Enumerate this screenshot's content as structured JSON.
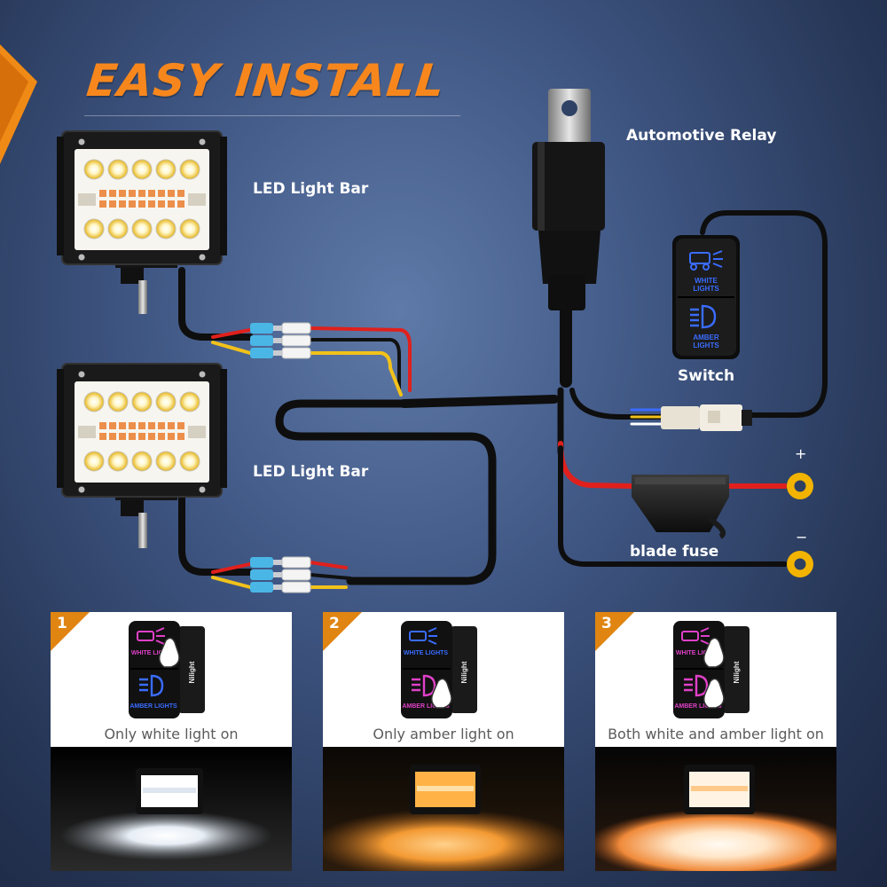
{
  "title": "EASY INSTALL",
  "labels": {
    "light_bar_top": "LED Light Bar",
    "light_bar_bottom": "LED Light Bar",
    "relay": "Automotive Relay",
    "switch": "Switch",
    "fuse": "blade fuse",
    "positive": "+",
    "negative": "−"
  },
  "switch_text": {
    "white": "WHITE LIGHTS",
    "amber": "AMBER LIGHTS",
    "brand": "Nilight"
  },
  "modes": [
    {
      "number": "1",
      "caption": "Only white light on",
      "light": "white"
    },
    {
      "number": "2",
      "caption": "Only amber light on",
      "light": "amber"
    },
    {
      "number": "3",
      "caption": "Both white and amber light on",
      "light": "both"
    }
  ],
  "colors": {
    "accent": "#f7871d",
    "wire_red": "#e0201c",
    "wire_yellow": "#f2c21a",
    "wire_black": "#101010",
    "terminal_blue": "#4ab6e6",
    "terminal_ring": "#f2b400",
    "switch_blue": "#3a6cff",
    "switch_pink": "#e040c8"
  }
}
